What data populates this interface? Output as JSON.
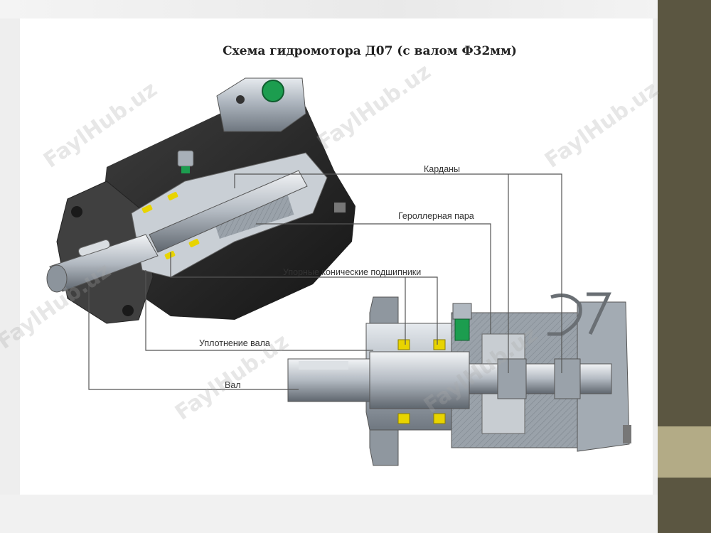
{
  "title": "Схема гидромотора Д07 (с валом Ф32мм)",
  "labels": {
    "kardany": "Карданы",
    "gerolernaya_para": "Героллерная пара",
    "upornye_podshipniki": "Упорные конические подшипники",
    "uplotnenie_vala": "Уплотнение вала",
    "val": "Вал"
  },
  "logo": "D7",
  "watermark": "FaylHub.uz",
  "colors": {
    "slide_bg": "#ffffff",
    "side_dark": "#5b5641",
    "side_light": "#b3ab86",
    "motor_dark": "#2a2a2a",
    "steel": "#b9c0c8",
    "bearing_yellow": "#e8d400",
    "port_green": "#1c9d4f",
    "leader_line": "#555555"
  }
}
